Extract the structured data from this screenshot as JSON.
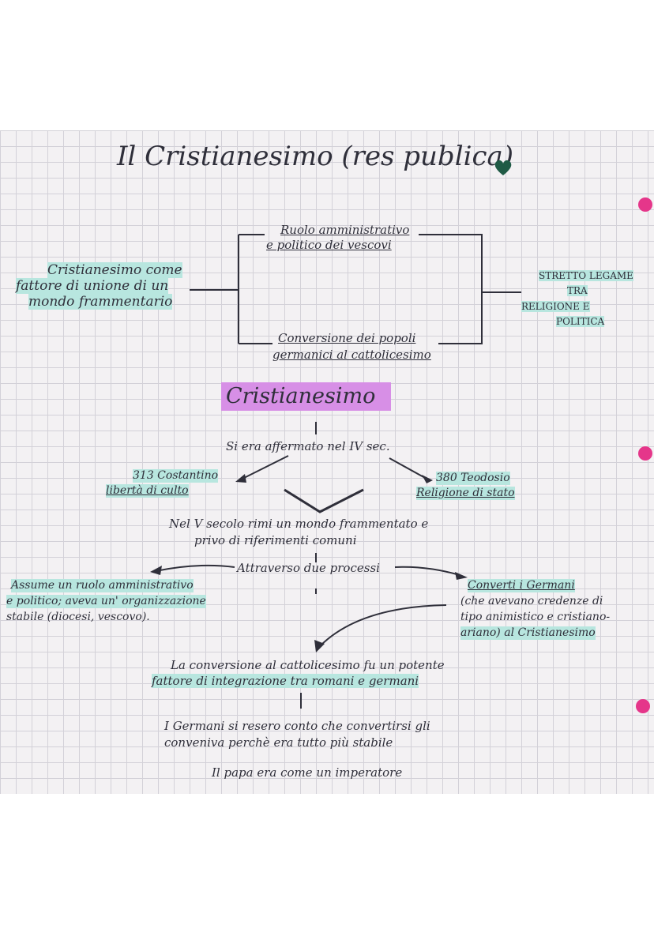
{
  "title": "Il Cristianesimo (res publica)",
  "colors": {
    "paper": "#f3f1f3",
    "grid": "#d3d1d8",
    "ink": "#2f2f3a",
    "highlight_teal": "#b8e6df",
    "highlight_purple": "#d78fe6",
    "heart": "#1f5a45",
    "punch_hole": "#e5368a"
  },
  "icons": {
    "heart": "heart-icon"
  },
  "top_diagram": {
    "left_box": [
      "Cristianesimo come",
      "fattore di unione di un",
      "mondo frammentario"
    ],
    "top_branch": [
      "Ruolo amministrativo",
      "e politico dei vescovi"
    ],
    "bottom_branch": [
      "Conversione dei popoli",
      "germanici al cattolicesimo"
    ],
    "right_box": [
      "STRETTO LEGAME",
      "TRA",
      "RELIGIONE E",
      "POLITICA"
    ]
  },
  "main_heading": "Cristianesimo",
  "affirmed": "Si era affermato nel IV sec.",
  "left_event": [
    "313 Costantino",
    "libertà di culto"
  ],
  "right_event": [
    "380 Teodosio",
    "Religione di stato"
  ],
  "fifth_century": [
    "Nel V secolo rimi un mondo frammentato e",
    "privo di riferimenti comuni"
  ],
  "processes": "Attraverso due processi",
  "left_process": [
    "Assume un ruolo amministrativo",
    "e politico; aveva un' organizzazione",
    "stabile (diocesi, vescovo)."
  ],
  "right_process": [
    "Converti i Germani",
    "(che avevano credenze di",
    "tipo animistico e cristiano-",
    "ariano) al Cristianesimo"
  ],
  "conversion": [
    "La conversione al cattolicesimo fu un potente",
    "fattore di integrazione tra romani e germani"
  ],
  "germani": [
    "I Germani si resero conto che convertirsi gli",
    "conveniva perchè era tutto più stabile"
  ],
  "pope": "Il papa era come un imperatore"
}
